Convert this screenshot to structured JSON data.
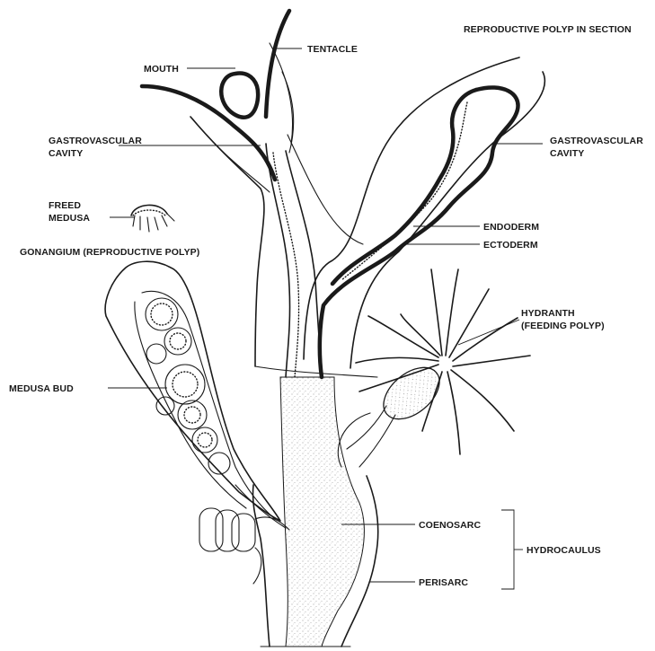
{
  "diagram": {
    "title": "REPRODUCTIVE POLYP IN SECTION",
    "labels": {
      "tentacle": "TENTACLE",
      "mouth": "MOUTH",
      "gastrovascular_cavity_left_line1": "GASTROVASCULAR",
      "gastrovascular_cavity_left_line2": "CAVITY",
      "gastrovascular_cavity_right_line1": "GASTROVASCULAR",
      "gastrovascular_cavity_right_line2": "CAVITY",
      "freed_medusa_line1": "FREED",
      "freed_medusa_line2": "MEDUSA",
      "gonangium": "GONANGIUM (REPRODUCTIVE POLYP)",
      "endoderm": "ENDODERM",
      "ectoderm": "ECTODERM",
      "hydranth_line1": "HYDRANTH",
      "hydranth_line2": "(FEEDING POLYP)",
      "medusa_bud": "MEDUSA BUD",
      "coenosarc": "COENOSARC",
      "hydrocaulus": "HYDROCAULUS",
      "perisarc": "PERISARC"
    },
    "colors": {
      "ink": "#1a1a1a",
      "background": "#ffffff",
      "stipple": "#bdbdbd"
    }
  }
}
